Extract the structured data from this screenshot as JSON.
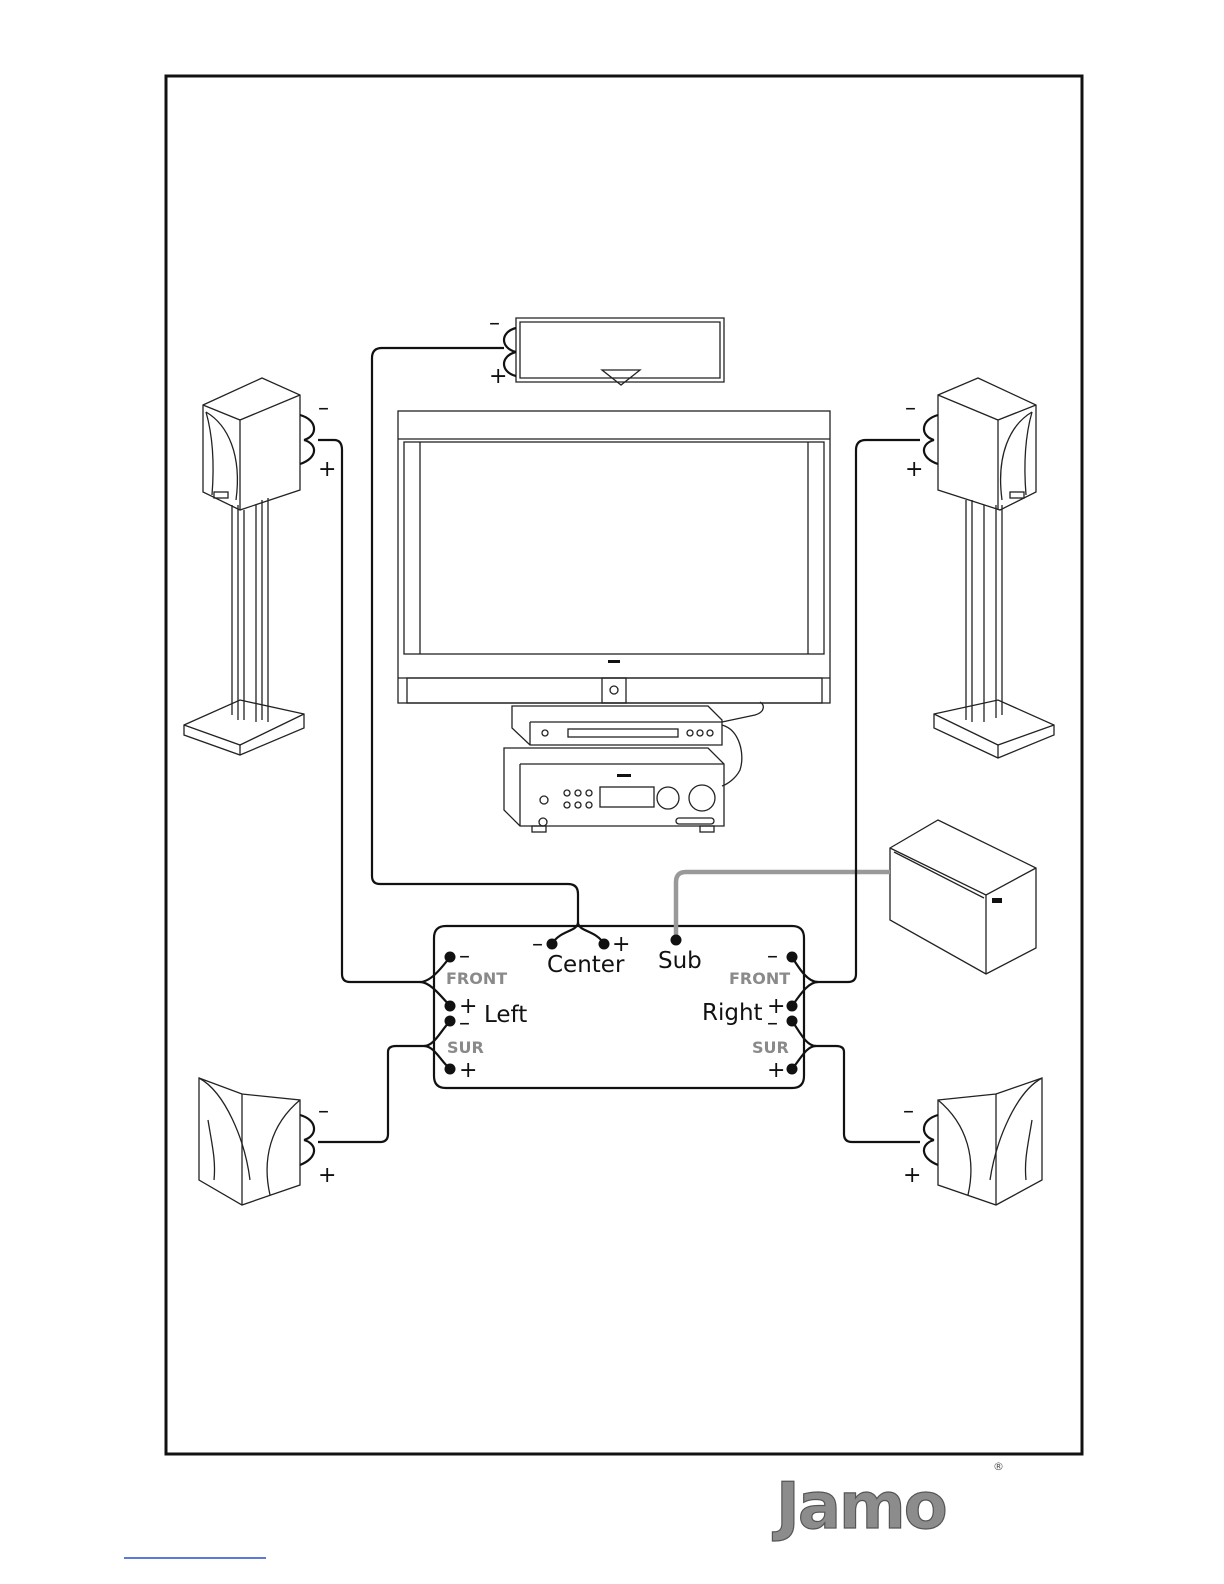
{
  "labels": {
    "center": "Center",
    "sub": "Sub",
    "left": "Left",
    "right": "Right",
    "front": "FRONT",
    "sur": "SUR",
    "plus": "+",
    "minus": "–"
  },
  "brand": {
    "logo_text": "Jamo",
    "registered": "®"
  },
  "colors": {
    "line": "#111111",
    "sub_cable": "#999999",
    "section_label": "#8a8a8a",
    "logo": "#8c8c8c"
  }
}
